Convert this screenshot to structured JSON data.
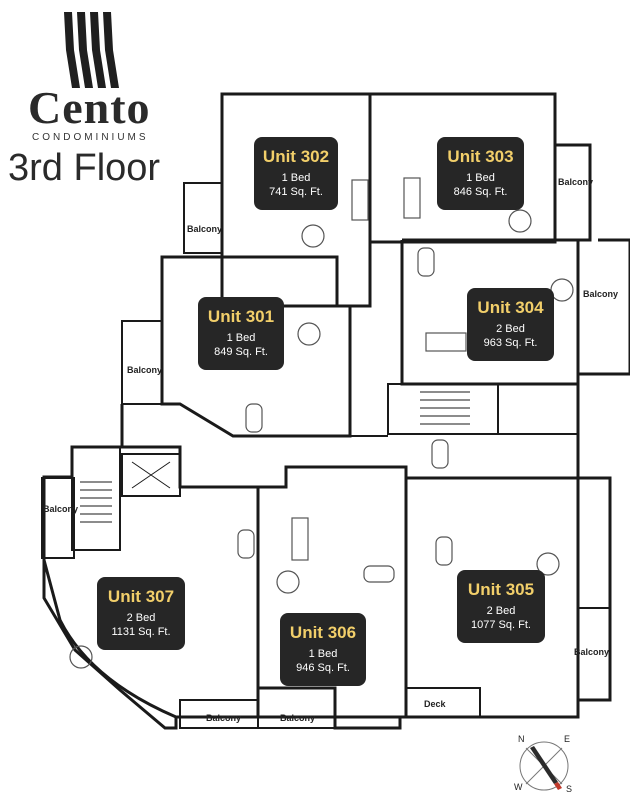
{
  "brand": {
    "name": "Cento",
    "subtitle": "CONDOMINIUMS",
    "floor": "3rd Floor"
  },
  "units": [
    {
      "name": "Unit 302",
      "beds": "1 Bed",
      "area": "741 Sq. Ft."
    },
    {
      "name": "Unit 303",
      "beds": "1 Bed",
      "area": "846 Sq. Ft."
    },
    {
      "name": "Unit 301",
      "beds": "1 Bed",
      "area": "849 Sq. Ft."
    },
    {
      "name": "Unit 304",
      "beds": "2 Bed",
      "area": "963 Sq. Ft."
    },
    {
      "name": "Unit 307",
      "beds": "2 Bed",
      "area": "1131 Sq. Ft."
    },
    {
      "name": "Unit 306",
      "beds": "1 Bed",
      "area": "946 Sq. Ft."
    },
    {
      "name": "Unit 305",
      "beds": "2 Bed",
      "area": "1077 Sq. Ft."
    }
  ],
  "outdoor_labels": {
    "balcony": "Balcony",
    "deck": "Deck"
  },
  "compass": {
    "n": "N",
    "e": "E",
    "s": "S",
    "w": "W"
  }
}
